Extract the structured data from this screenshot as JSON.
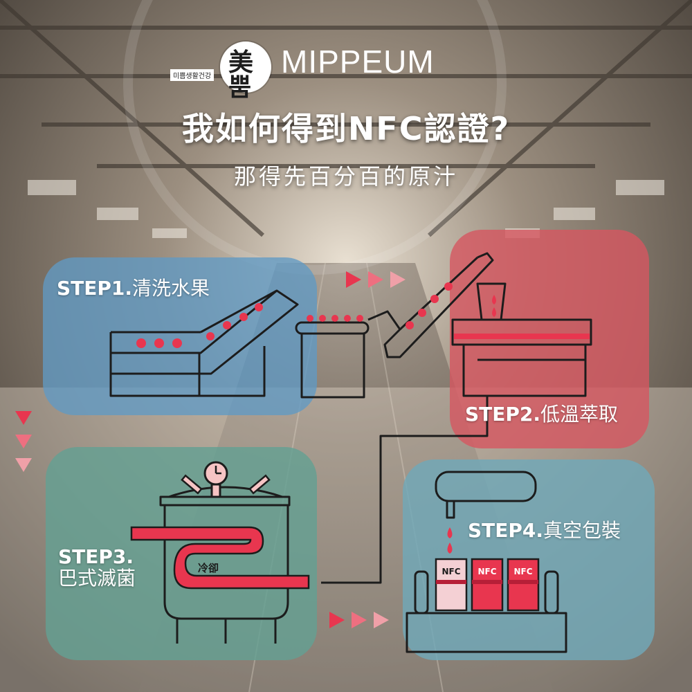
{
  "brand": {
    "logo_glyph": "美뿜",
    "name": "MIPPEUM",
    "tagline": "미쁨생활건강"
  },
  "heading": {
    "title": "我如何得到NFC認證?",
    "subtitle": "那得先百分百的原汁"
  },
  "steps": [
    {
      "number": "STEP1.",
      "text": "清洗水果"
    },
    {
      "number": "STEP2.",
      "text": "低溫萃取"
    },
    {
      "number": "STEP3.",
      "text": "巴式滅菌"
    },
    {
      "number": "STEP4.",
      "text": "真空包裝"
    }
  ],
  "tank": {
    "coil_label": "冷卻"
  },
  "packages": [
    "NFC",
    "NFC",
    "NFC"
  ],
  "colors": {
    "accent_red": "#e8364f",
    "panel_blue": "#609ac4",
    "panel_red": "#d65660",
    "panel_green": "#64a092",
    "panel_teal": "#70a8b8",
    "line_dark": "#1c1c1c",
    "pink_arrow": "#f0a0a8"
  },
  "icons": {
    "logo": "mippeum-logo",
    "gauge": "pressure-gauge-icon",
    "arrows": "triangle-arrow-icon"
  }
}
